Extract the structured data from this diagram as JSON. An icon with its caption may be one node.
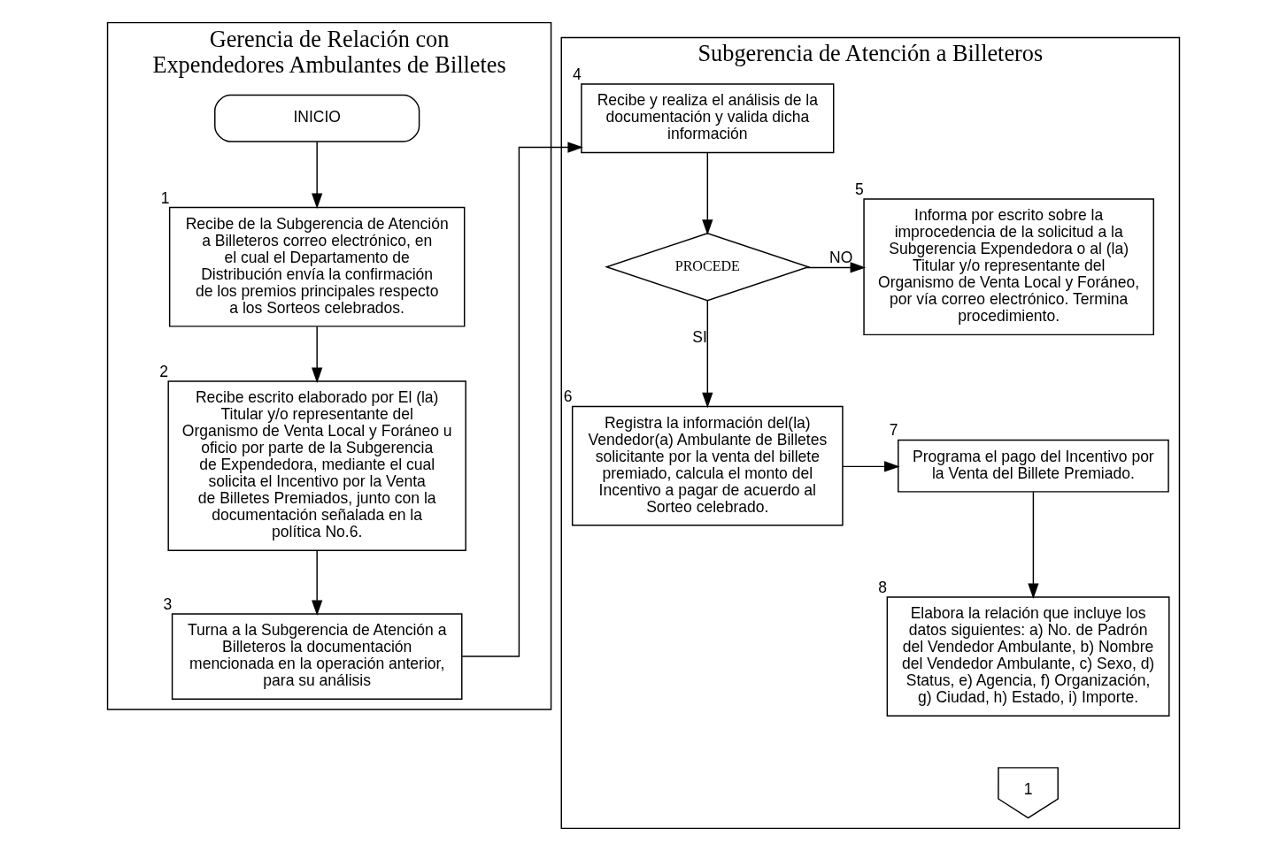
{
  "diagram": {
    "nodes": [
      {
        "text": [
          "Gerencia de Relación con Expendedores Ambulantes de Billetes"
        ]
      },
      {
        "text": [
          "Subgerencia de Atención a Billeteros"
        ]
      },
      {
        "text": [
          "INICIO"
        ],
        "in": 0
      },
      {
        "text": [
          "Recibe de la Subgerencia de Atención a Billeteros correo electrónico, en el cual el Departamento de Distribución envía la confirmación de los premios principales respecto a los Sorteos celebrados."
        ],
        "in": 0,
        "beside": [
          "1"
        ]
      },
      {
        "text": [
          "Recibe escrito elaborado por El (la) Titular y/o representante del Organismo de Venta Local y Foráneo u oficio por parte de la Subgerencia de Expendedora, mediante el cual solicita el Incentivo por la Venta de Billetes Premiados, junto con la documentación señalada en la política No.6."
        ],
        "in": 0,
        "beside": [
          "2"
        ]
      },
      {
        "text": [
          "Turna a la Subgerencia de Atención a Billeteros la documentación mencionada en la operación anterior, para su análisis"
        ],
        "in": 0,
        "beside": [
          "3"
        ]
      },
      {
        "text": [
          "Recibe y realiza el análisis de la documentación y valida dicha información"
        ],
        "in": 1,
        "beside": [
          "4"
        ]
      },
      {
        "text": [
          "PROCEDE"
        ],
        "in": 1
      },
      {
        "text": [
          "Informa por escrito sobre la improcedencia de la solicitud a la Subgerencia Expendedora o al (la) Titular y/o representante del Organismo de Venta Local y Foráneo, por vía correo electrónico. Termina procedimiento."
        ],
        "in": 1,
        "beside": [
          "5"
        ]
      },
      {
        "text": [
          "Registra la información del(la) Vendedor(a) Ambulante de Billetes solicitante por la venta del billete premiado, calcula el monto del Incentivo a pagar de acuerdo al Sorteo celebrado."
        ],
        "in": 1,
        "beside": [
          "6"
        ]
      },
      {
        "text": [
          "Programa el pago del Incentivo por la Venta del Billete Premiado."
        ],
        "in": 1,
        "beside": [
          "7"
        ]
      },
      {
        "text": [
          "Elabora la relación que incluye los datos siguientes: a) No. de Padrón del Vendedor Ambulante, b) Nombre del Vendedor Ambulante, c) Sexo, d) Status, e) Agencia, f) Organización, g) Ciudad, h) Estado, i) Importe."
        ],
        "in": 1,
        "beside": [
          "8"
        ]
      },
      {
        "text": [
          "1"
        ],
        "in": 1
      }
    ],
    "edges": [
      {
        "from": 2,
        "to": 3,
        "arrow": "to"
      },
      {
        "from": 3,
        "to": 4,
        "arrow": "to"
      },
      {
        "from": 4,
        "to": 5,
        "arrow": "to"
      },
      {
        "from": 5,
        "to": 6,
        "arrow": "to"
      },
      {
        "from": 6,
        "to": 7,
        "arrow": "to"
      },
      {
        "from": 7,
        "to": 8,
        "label": "NO",
        "arrow": "to"
      },
      {
        "from": 7,
        "to": 9,
        "label": "SI",
        "arrow": "to"
      },
      {
        "from": 9,
        "to": 10,
        "arrow": "to"
      },
      {
        "from": 10,
        "to": 11,
        "arrow": "to"
      }
    ]
  }
}
